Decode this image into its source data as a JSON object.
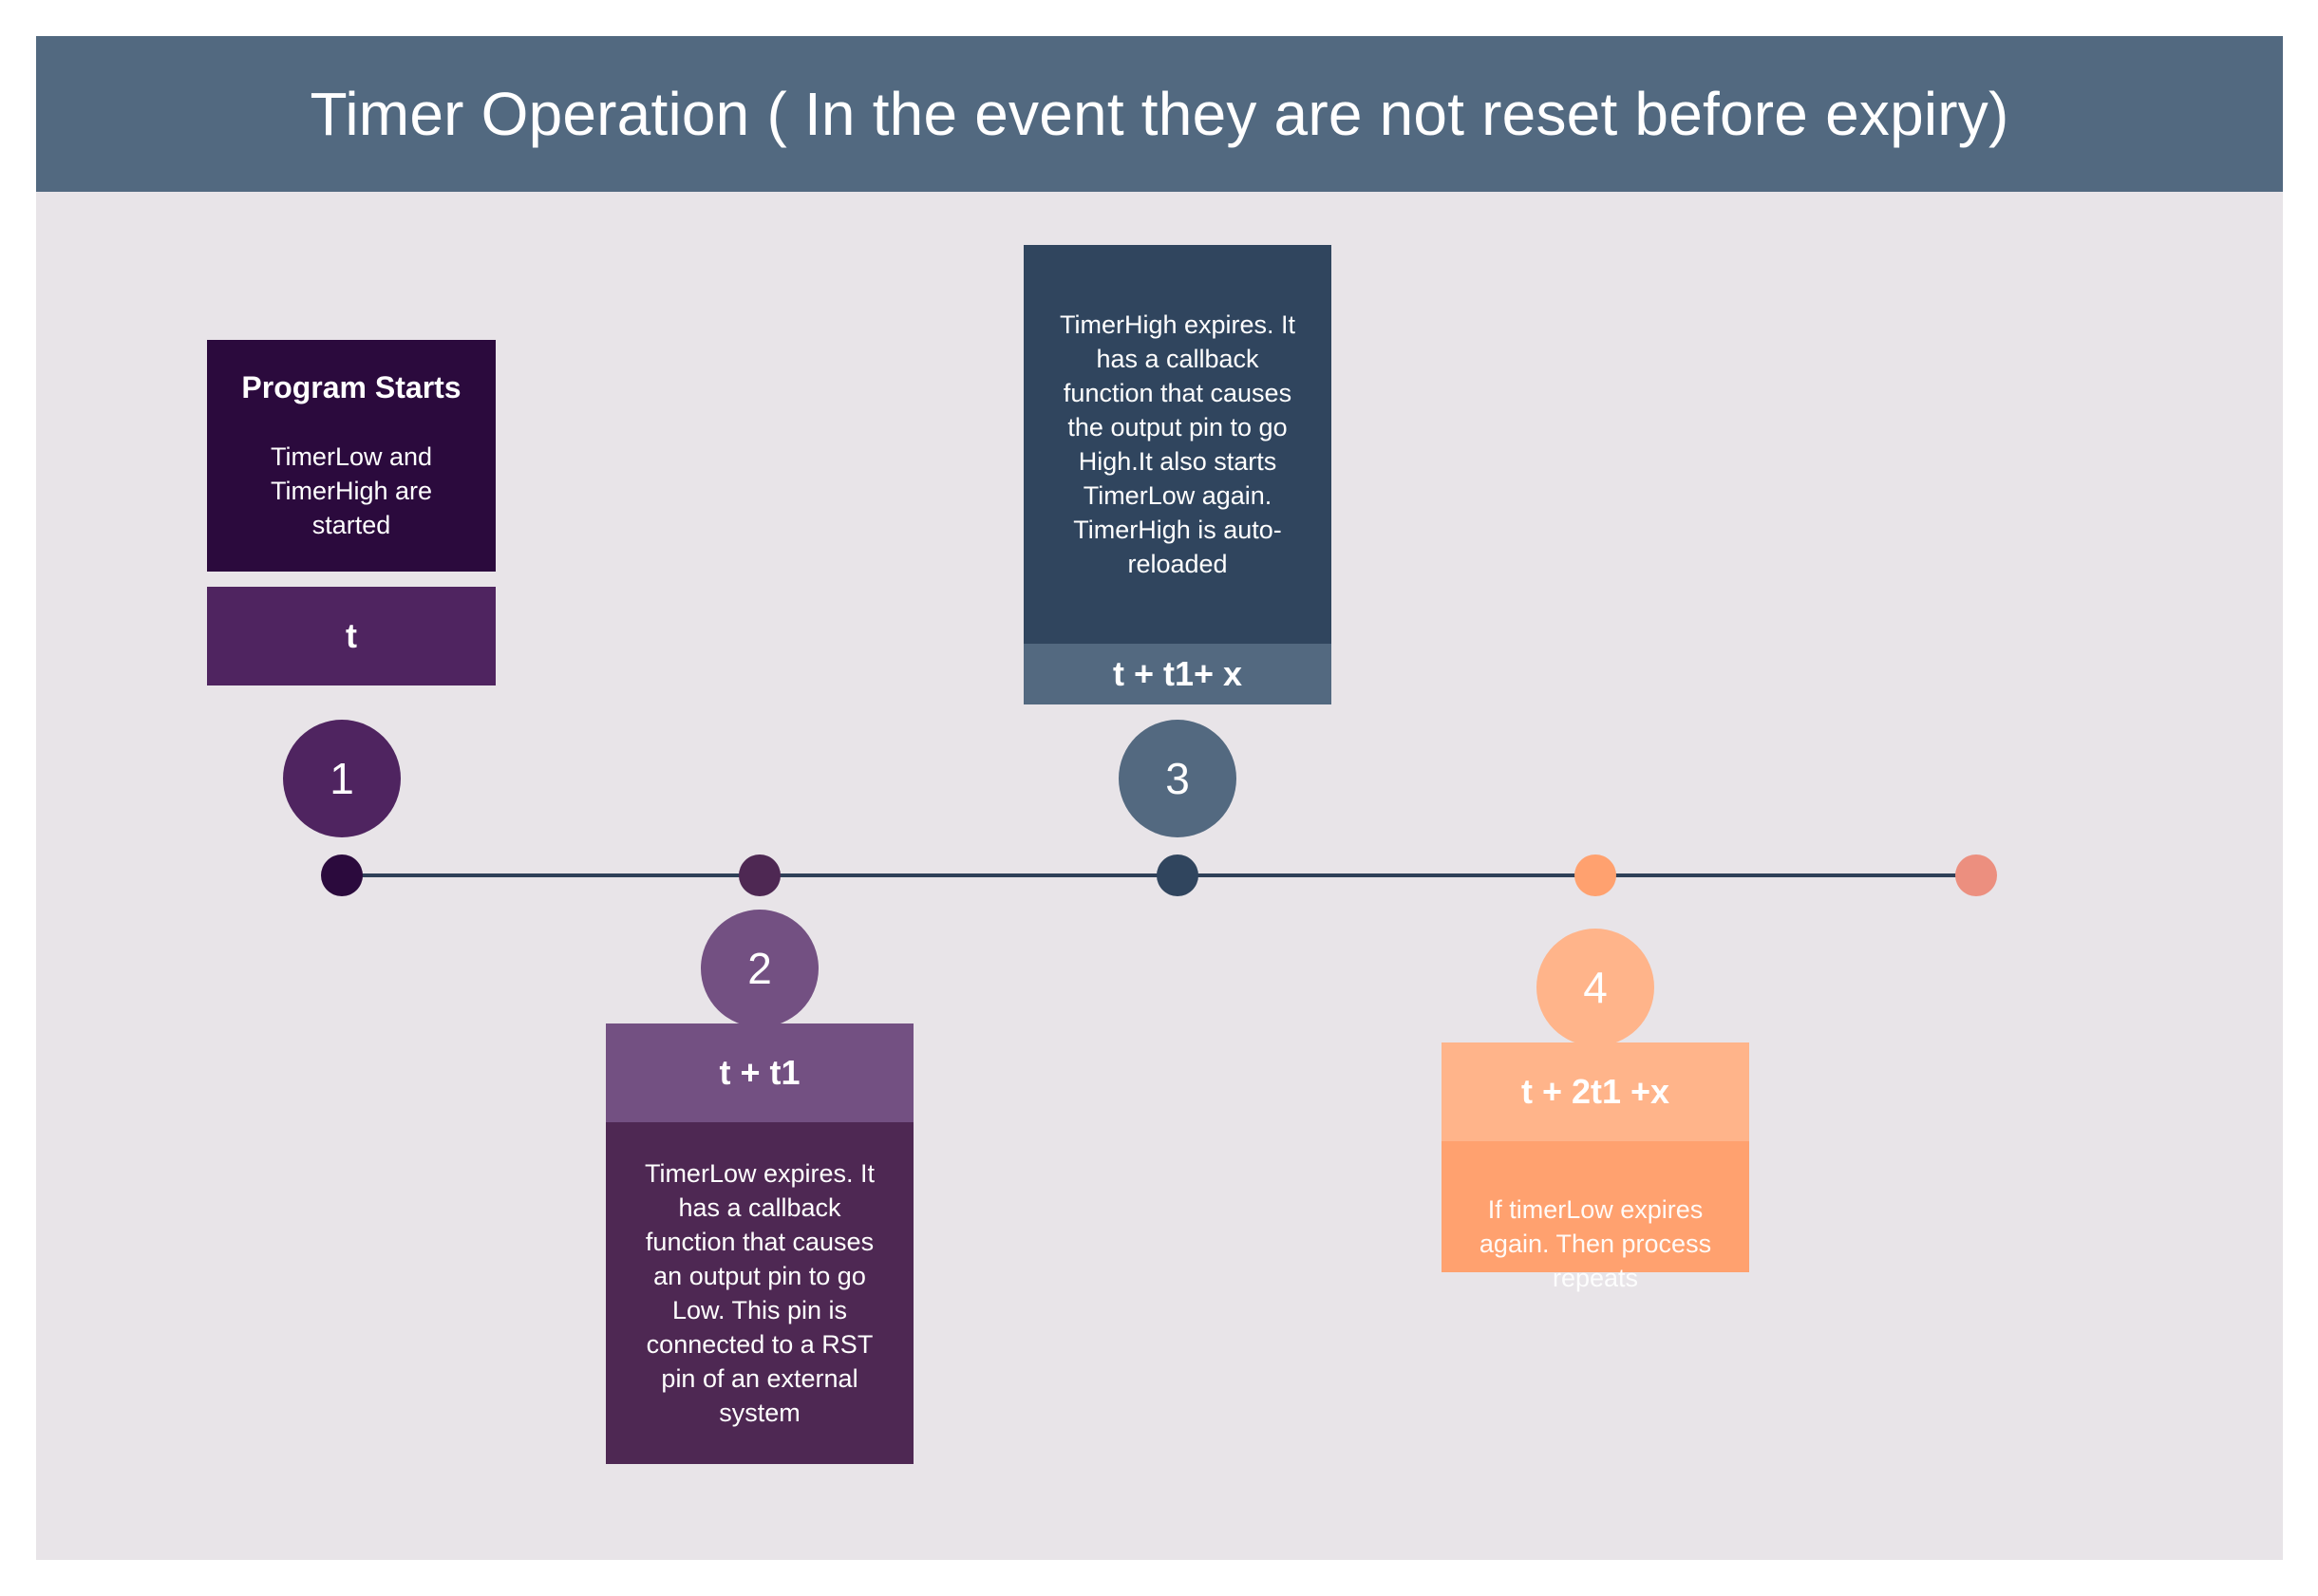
{
  "header": {
    "title": "Timer Operation ( In the event they are not reset before expiry)"
  },
  "colors": {
    "header": "#526980",
    "panel": "#e8e4e8",
    "line": "#2f4058",
    "step1_dark": "#2b0a3d",
    "step1_mid": "#4f2460",
    "step2_light": "#735082",
    "step2_dark": "#4e2853",
    "step3_dark": "#30455e",
    "step3_mid": "#536980",
    "step4_light": "#ffb48a",
    "step4_mid": "#ffa16f",
    "end_dot": "#ec8f7f"
  },
  "steps": [
    {
      "number": "1",
      "title": "Program Starts",
      "description": "TimerLow and TimerHigh are started",
      "label": "t"
    },
    {
      "number": "2",
      "label": "t + t1",
      "description": "TimerLow expires. It has a callback function that causes an output pin to go Low. This pin is connected to a RST pin of an external system"
    },
    {
      "number": "3",
      "description": "TimerHigh expires. It has a callback function that causes the output pin to go High.It also starts TimerLow again. TimerHigh is auto-reloaded",
      "label": "t + t1+ x"
    },
    {
      "number": "4",
      "label": "t + 2t1 +x",
      "description": "If timerLow expires again. Then process repeats"
    }
  ]
}
